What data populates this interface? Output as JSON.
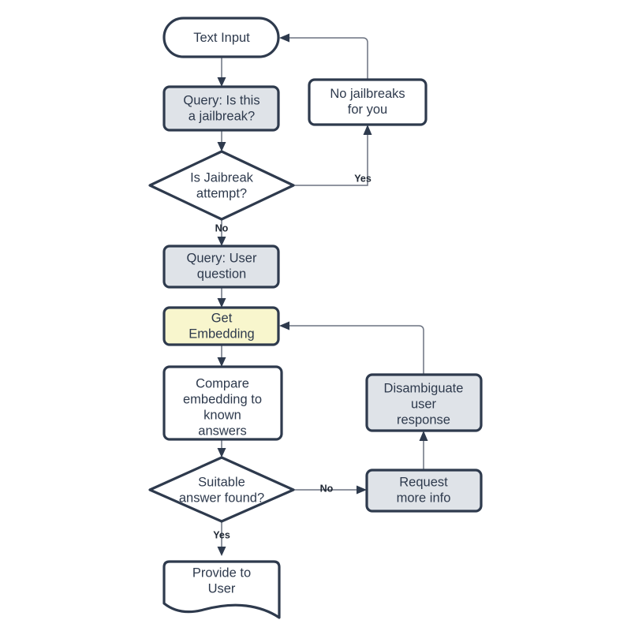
{
  "diagram": {
    "title": "Jailbreak screening and embedding retrieval flowchart",
    "background": "#ffffff",
    "stroke_color": "#2e3a4d",
    "edge_color": "#6b7280",
    "text_color": "#2e3a4d",
    "fill_gray": "#dfe3e8",
    "fill_white": "#ffffff",
    "fill_yellow": "#f8f6cd"
  },
  "nodes": {
    "text_input": {
      "label": "Text Input",
      "shape": "stadium",
      "fill": "#ffffff"
    },
    "query_jailbreak": {
      "line1": "Query: Is this",
      "line2": "a jailbreak?",
      "shape": "rounded-rect",
      "fill": "#dfe3e8"
    },
    "no_jailbreaks": {
      "line1": "No jailbreaks",
      "line2": "for you",
      "shape": "rounded-rect",
      "fill": "#ffffff"
    },
    "is_jailbreak_attempt": {
      "line1": "Is Jaibreak",
      "line2": "attempt?",
      "shape": "diamond",
      "fill": "#ffffff"
    },
    "query_user_question": {
      "line1": "Query: User",
      "line2": "question",
      "shape": "rounded-rect",
      "fill": "#dfe3e8"
    },
    "get_embedding": {
      "line1": "Get",
      "line2": "Embedding",
      "shape": "rounded-rect",
      "fill": "#f8f6cd"
    },
    "compare_embedding": {
      "line1": "Compare",
      "line2": "embedding to",
      "line3": "known",
      "line4": "answers",
      "shape": "rounded-rect",
      "fill": "#ffffff"
    },
    "disambiguate": {
      "line1": "Disambiguate",
      "line2": "user",
      "line3": "response",
      "shape": "rounded-rect",
      "fill": "#dfe3e8"
    },
    "suitable_answer": {
      "line1": "Suitable",
      "line2": "answer found?",
      "shape": "diamond",
      "fill": "#ffffff"
    },
    "request_more_info": {
      "line1": "Request",
      "line2": "more info",
      "shape": "rounded-rect",
      "fill": "#dfe3e8"
    },
    "provide_to_user": {
      "line1": "Provide to",
      "line2": "User",
      "shape": "document",
      "fill": "#ffffff"
    }
  },
  "edge_labels": {
    "jailbreak_yes": "Yes",
    "jailbreak_no": "No",
    "suitable_no": "No",
    "suitable_yes": "Yes"
  }
}
